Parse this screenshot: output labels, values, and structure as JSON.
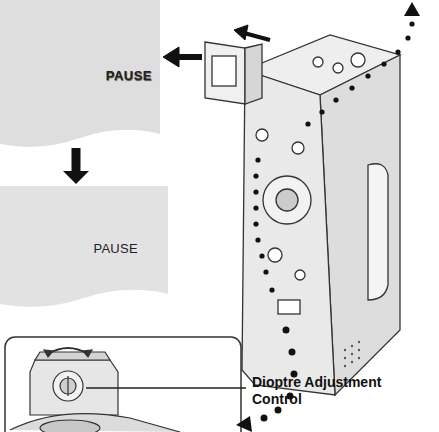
{
  "diagram": {
    "nodes": [
      {
        "text": [
          "PAUSE"
        ]
      },
      {
        "text": [
          "PAUSE"
        ]
      }
    ],
    "edges": [
      {
        "from": 0,
        "to": 1,
        "arrow": "to"
      }
    ],
    "labels": [
      "Dioptre Adjustment Control"
    ]
  }
}
